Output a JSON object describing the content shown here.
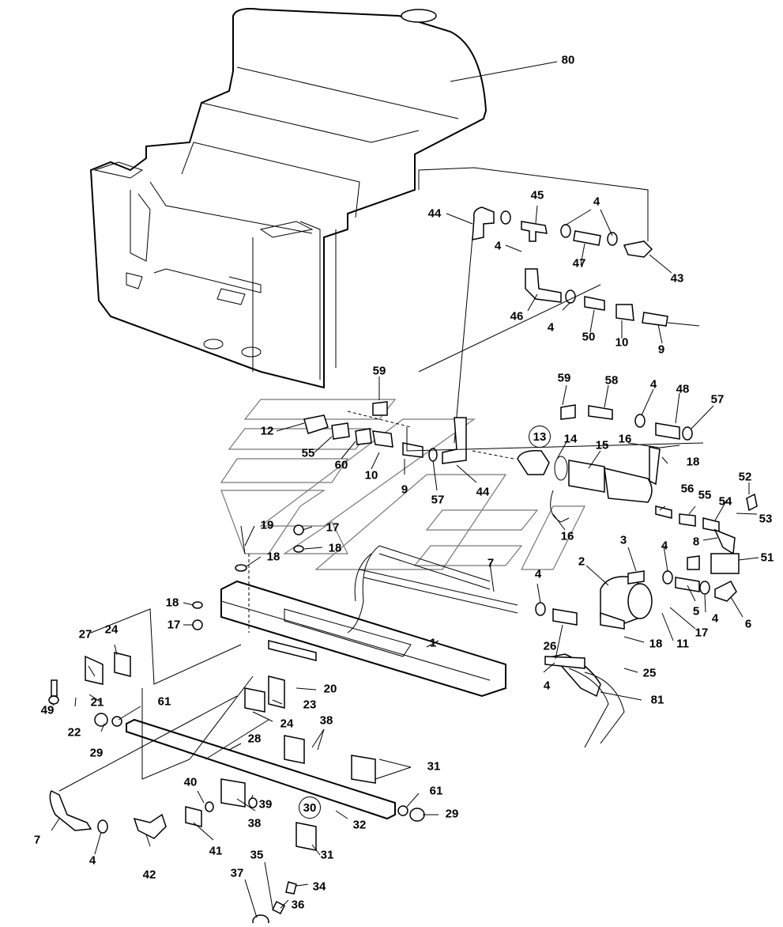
{
  "diagram": {
    "type": "exploded-parts-diagram",
    "subject": "fuel tank, fuel lines, filter, pump and injector rail assembly",
    "callouts": [
      {
        "id": "80",
        "label": "80",
        "part": "fuel-tank"
      },
      {
        "id": "44a",
        "label": "44",
        "part": "elbow-hose"
      },
      {
        "id": "45",
        "label": "45",
        "part": "tee-fitting"
      },
      {
        "id": "4a",
        "label": "4",
        "part": "hose-clamp"
      },
      {
        "id": "4b",
        "label": "4",
        "part": "hose-clamp"
      },
      {
        "id": "47",
        "label": "47",
        "part": "hose-section"
      },
      {
        "id": "43",
        "label": "43",
        "part": "elbow-fitting"
      },
      {
        "id": "46",
        "label": "46",
        "part": "elbow-hose"
      },
      {
        "id": "4c",
        "label": "4",
        "part": "hose-clamp"
      },
      {
        "id": "50",
        "label": "50",
        "part": "nipple-fitting"
      },
      {
        "id": "10a",
        "label": "10",
        "part": "valve-body"
      },
      {
        "id": "9a",
        "label": "9",
        "part": "hose-barb"
      },
      {
        "id": "59a",
        "label": "59",
        "part": "fitting"
      },
      {
        "id": "12",
        "label": "12",
        "part": "fitting"
      },
      {
        "id": "55a",
        "label": "55",
        "part": "adapter"
      },
      {
        "id": "60",
        "label": "60",
        "part": "adapter"
      },
      {
        "id": "10b",
        "label": "10",
        "part": "valve-body"
      },
      {
        "id": "9b",
        "label": "9",
        "part": "hose-barb"
      },
      {
        "id": "57a",
        "label": "57",
        "part": "hose-clamp"
      },
      {
        "id": "44b",
        "label": "44",
        "part": "elbow-hose"
      },
      {
        "id": "59b",
        "label": "59",
        "part": "fitting"
      },
      {
        "id": "58",
        "label": "58",
        "part": "fitting"
      },
      {
        "id": "4d",
        "label": "4",
        "part": "hose-clamp"
      },
      {
        "id": "48",
        "label": "48",
        "part": "hose-section"
      },
      {
        "id": "57b",
        "label": "57",
        "part": "hose-clamp"
      },
      {
        "id": "13",
        "label": "13",
        "part": "filter-head",
        "circled": true
      },
      {
        "id": "14",
        "label": "14",
        "part": "o-ring"
      },
      {
        "id": "15",
        "label": "15",
        "part": "filter-element"
      },
      {
        "id": "16a",
        "label": "16",
        "part": "bracket"
      },
      {
        "id": "18a",
        "label": "18",
        "part": "washer"
      },
      {
        "id": "16b",
        "label": "16",
        "part": "u-bolt"
      },
      {
        "id": "52",
        "label": "52",
        "part": "bolt"
      },
      {
        "id": "53",
        "label": "53",
        "part": "washer"
      },
      {
        "id": "56",
        "label": "56",
        "part": "fitting"
      },
      {
        "id": "55b",
        "label": "55",
        "part": "adapter"
      },
      {
        "id": "54",
        "label": "54",
        "part": "adapter"
      },
      {
        "id": "8",
        "label": "8",
        "part": "elbow-fitting"
      },
      {
        "id": "51",
        "label": "51",
        "part": "solenoid-valve"
      },
      {
        "id": "19",
        "label": "19",
        "part": "bolt"
      },
      {
        "id": "17a",
        "label": "17",
        "part": "nut"
      },
      {
        "id": "18b",
        "label": "18",
        "part": "washer"
      },
      {
        "id": "18c",
        "label": "18",
        "part": "washer"
      },
      {
        "id": "7a",
        "label": "7",
        "part": "hose"
      },
      {
        "id": "3",
        "label": "3",
        "part": "fitting"
      },
      {
        "id": "2",
        "label": "2",
        "part": "fuel-pump"
      },
      {
        "id": "4e",
        "label": "4",
        "part": "hose-clamp"
      },
      {
        "id": "4f",
        "label": "4",
        "part": "hose-clamp"
      },
      {
        "id": "5",
        "label": "5",
        "part": "hose-section"
      },
      {
        "id": "4g",
        "label": "4",
        "part": "hose-clamp"
      },
      {
        "id": "6",
        "label": "6",
        "part": "elbow-fitting"
      },
      {
        "id": "17b",
        "label": "17",
        "part": "nut"
      },
      {
        "id": "11",
        "label": "11",
        "part": "washer"
      },
      {
        "id": "18d",
        "label": "18",
        "part": "washer"
      },
      {
        "id": "17c",
        "label": "17",
        "part": "nut"
      },
      {
        "id": "1",
        "label": "1",
        "part": "mounting-channel"
      },
      {
        "id": "26",
        "label": "26",
        "part": "tee-fitting"
      },
      {
        "id": "18e",
        "label": "18",
        "part": "washer"
      },
      {
        "id": "25",
        "label": "25",
        "part": "bolt"
      },
      {
        "id": "4h",
        "label": "4",
        "part": "hose-clamp"
      },
      {
        "id": "81",
        "label": "81",
        "part": "hose"
      },
      {
        "id": "27",
        "label": "27",
        "part": "angle-bracket"
      },
      {
        "id": "24a",
        "label": "24",
        "part": "clamp-block"
      },
      {
        "id": "49",
        "label": "49",
        "part": "bolt"
      },
      {
        "id": "21",
        "label": "21",
        "part": "washer"
      },
      {
        "id": "22",
        "label": "22",
        "part": "nut"
      },
      {
        "id": "61a",
        "label": "61",
        "part": "seal-washer"
      },
      {
        "id": "29a",
        "label": "29",
        "part": "plug"
      },
      {
        "id": "20",
        "label": "20",
        "part": "bolt"
      },
      {
        "id": "23",
        "label": "23",
        "part": "plate"
      },
      {
        "id": "24b",
        "label": "24",
        "part": "clamp-block"
      },
      {
        "id": "28",
        "label": "28",
        "part": "fuel-rail"
      },
      {
        "id": "38a",
        "label": "38",
        "part": "clamp-block"
      },
      {
        "id": "31a",
        "label": "31",
        "part": "clamp-block"
      },
      {
        "id": "61b",
        "label": "61",
        "part": "seal-washer"
      },
      {
        "id": "29b",
        "label": "29",
        "part": "plug"
      },
      {
        "id": "40",
        "label": "40",
        "part": "o-ring"
      },
      {
        "id": "39",
        "label": "39",
        "part": "o-ring"
      },
      {
        "id": "38b",
        "label": "38",
        "part": "clamp-block"
      },
      {
        "id": "30",
        "label": "30",
        "part": "injector-assembly",
        "circled": true
      },
      {
        "id": "32",
        "label": "32",
        "part": "o-ring"
      },
      {
        "id": "41",
        "label": "41",
        "part": "injector-body"
      },
      {
        "id": "7b",
        "label": "7",
        "part": "hose"
      },
      {
        "id": "4i",
        "label": "4",
        "part": "hose-clamp"
      },
      {
        "id": "42",
        "label": "42",
        "part": "elbow-fitting"
      },
      {
        "id": "31b",
        "label": "31",
        "part": "injector-body"
      },
      {
        "id": "35",
        "label": "35",
        "part": "o-ring"
      },
      {
        "id": "34",
        "label": "34",
        "part": "insert"
      },
      {
        "id": "37",
        "label": "37",
        "part": "nozzle-cap"
      },
      {
        "id": "36",
        "label": "36",
        "part": "nozzle"
      }
    ]
  }
}
